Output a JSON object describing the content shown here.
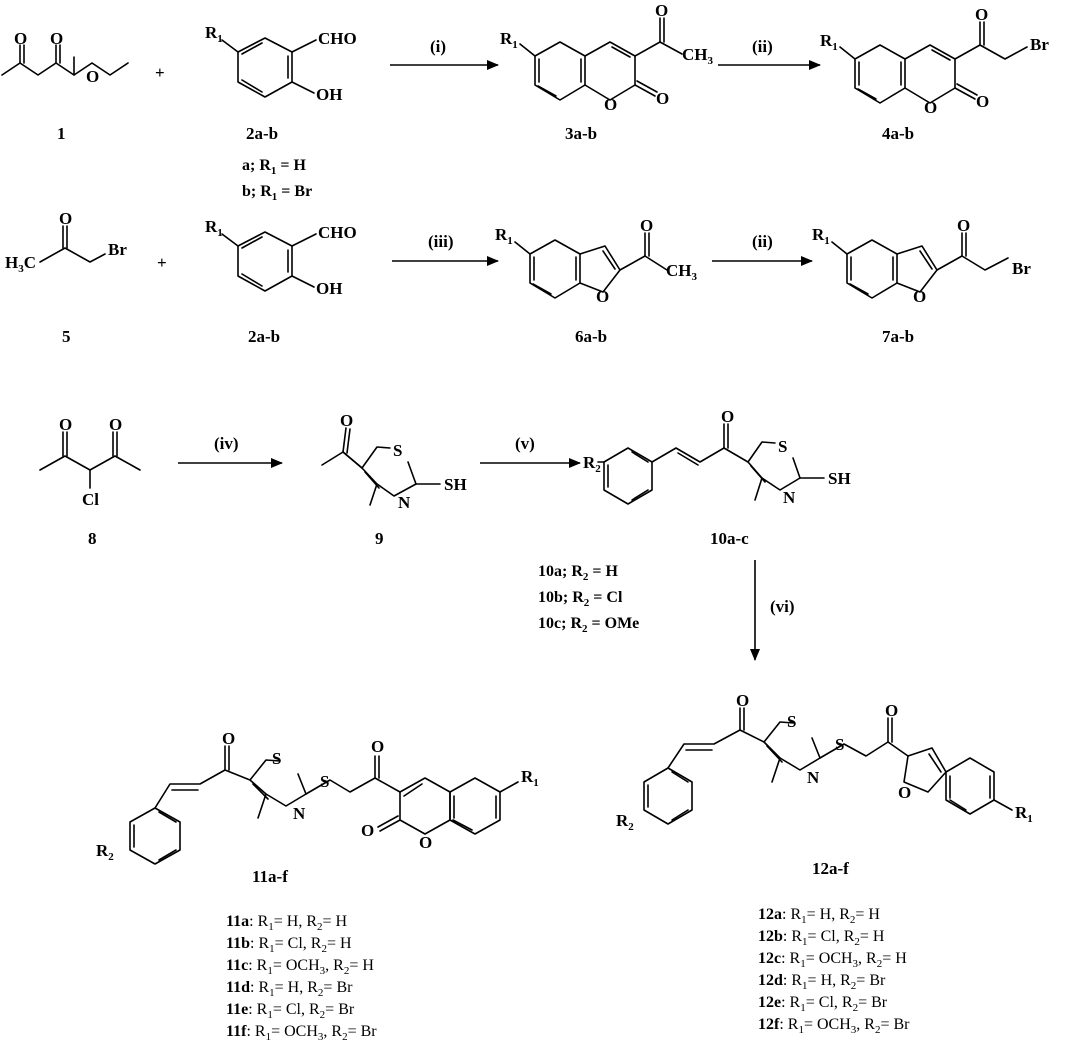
{
  "compounds": {
    "c1": "1",
    "c2ab": "2a-b",
    "c3ab": "3a-b",
    "c4ab": "4a-b",
    "c5": "5",
    "c2ab_2": "2a-b",
    "c6ab": "6a-b",
    "c7ab": "7a-b",
    "c8": "8",
    "c9": "9",
    "c10ac": "10a-c",
    "c11af": "11a-f",
    "c12af": "12a-f"
  },
  "reagents": {
    "i": "(i)",
    "ii": "(ii)",
    "iii": "(iii)",
    "ii_2": "(ii)",
    "iv": "(iv)",
    "v": "(v)",
    "vi": "(vi)"
  },
  "atoms": {
    "cho": "CHO",
    "oh": "OH",
    "o": "O",
    "ch3": "CH",
    "br": "Br",
    "cl": "Cl",
    "s": "S",
    "n": "N",
    "sh": "SH",
    "h3c": "H",
    "r": "R",
    "plus": "+"
  },
  "conditions_2": [
    {
      "tag": "a",
      "text": "; R",
      "sub": "1",
      "rest": " = H"
    },
    {
      "tag": "b",
      "text": "; R",
      "sub": "1",
      "rest": " = Br"
    }
  ],
  "conditions_10": [
    {
      "tag": "10a",
      "text": "; R",
      "sub": "2",
      "rest": " = H"
    },
    {
      "tag": "10b",
      "text": "; R",
      "sub": "2",
      "rest": " = Cl"
    },
    {
      "tag": "10c",
      "text": "; R",
      "sub": "2",
      "rest": " = OMe"
    }
  ],
  "subs_11": [
    {
      "id": "11a",
      "r1": "H",
      "r2": "H"
    },
    {
      "id": "11b",
      "r1": "Cl",
      "r2": "H"
    },
    {
      "id": "11c",
      "r1": "OCH",
      "r1sub": "3",
      "r2": "H"
    },
    {
      "id": "11d",
      "r1": "H",
      "r2": "Br"
    },
    {
      "id": "11e",
      "r1": "Cl",
      "r2": "Br"
    },
    {
      "id": "11f",
      "r1": "OCH",
      "r1sub": "3",
      "r2": "Br"
    }
  ],
  "subs_12": [
    {
      "id": "12a",
      "r1": "H",
      "r2": "H"
    },
    {
      "id": "12b",
      "r1": "Cl",
      "r2": "H"
    },
    {
      "id": "12c",
      "r1": "OCH",
      "r1sub": "3",
      "r2": "H"
    },
    {
      "id": "12d",
      "r1": "H",
      "r2": "Br"
    },
    {
      "id": "12e",
      "r1": "Cl",
      "r2": "Br"
    },
    {
      "id": "12f",
      "r1": "OCH",
      "r1sub": "3",
      "r2": "Br"
    }
  ]
}
